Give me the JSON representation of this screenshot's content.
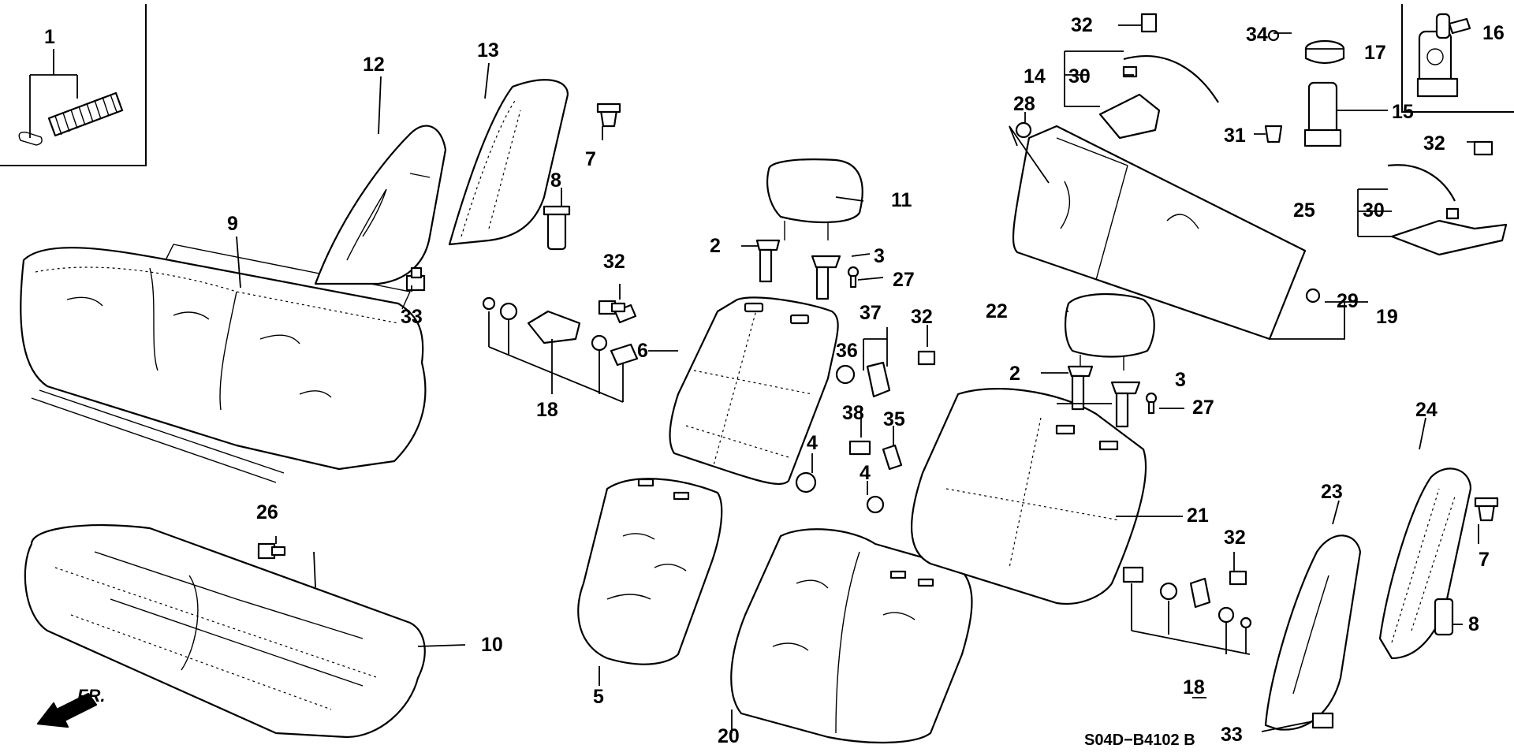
{
  "callouts": [
    {
      "id": "1",
      "text": "1"
    },
    {
      "id": "12",
      "text": "12"
    },
    {
      "id": "13",
      "text": "13"
    },
    {
      "id": "7a",
      "text": "7"
    },
    {
      "id": "8a",
      "text": "8"
    },
    {
      "id": "9",
      "text": "9"
    },
    {
      "id": "33a",
      "text": "33"
    },
    {
      "id": "32a",
      "text": "32"
    },
    {
      "id": "18a",
      "text": "18"
    },
    {
      "id": "6",
      "text": "6"
    },
    {
      "id": "11",
      "text": "11"
    },
    {
      "id": "2a",
      "text": "2"
    },
    {
      "id": "3a",
      "text": "3"
    },
    {
      "id": "27a",
      "text": "27"
    },
    {
      "id": "37",
      "text": "37"
    },
    {
      "id": "36",
      "text": "36"
    },
    {
      "id": "32b",
      "text": "32"
    },
    {
      "id": "38",
      "text": "38"
    },
    {
      "id": "35",
      "text": "35"
    },
    {
      "id": "4a",
      "text": "4"
    },
    {
      "id": "4b",
      "text": "4"
    },
    {
      "id": "26",
      "text": "26"
    },
    {
      "id": "10",
      "text": "10"
    },
    {
      "id": "5",
      "text": "5"
    },
    {
      "id": "20",
      "text": "20"
    },
    {
      "id": "32c",
      "text": "32"
    },
    {
      "id": "14",
      "text": "14"
    },
    {
      "id": "30a",
      "text": "30"
    },
    {
      "id": "28",
      "text": "28"
    },
    {
      "id": "34",
      "text": "34"
    },
    {
      "id": "17",
      "text": "17"
    },
    {
      "id": "16",
      "text": "16"
    },
    {
      "id": "15",
      "text": "15"
    },
    {
      "id": "31",
      "text": "31"
    },
    {
      "id": "32d",
      "text": "32"
    },
    {
      "id": "25",
      "text": "25"
    },
    {
      "id": "30b",
      "text": "30"
    },
    {
      "id": "29",
      "text": "29"
    },
    {
      "id": "19",
      "text": "19"
    },
    {
      "id": "22",
      "text": "22"
    },
    {
      "id": "2b",
      "text": "2"
    },
    {
      "id": "3b",
      "text": "3"
    },
    {
      "id": "27b",
      "text": "27"
    },
    {
      "id": "21",
      "text": "21"
    },
    {
      "id": "24",
      "text": "24"
    },
    {
      "id": "23",
      "text": "23"
    },
    {
      "id": "7b",
      "text": "7"
    },
    {
      "id": "32e",
      "text": "32"
    },
    {
      "id": "8b",
      "text": "8"
    },
    {
      "id": "18b",
      "text": "18"
    },
    {
      "id": "33b",
      "text": "33"
    }
  ],
  "direction_label": "FR.",
  "diagram_code": "S04D−B4102 B",
  "colors": {
    "ink": "#000000",
    "paper": "#ffffff"
  }
}
